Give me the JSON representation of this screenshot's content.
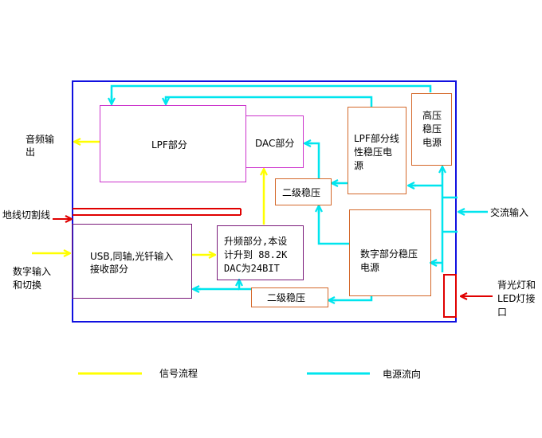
{
  "blocks": {
    "lpf": "LPF部分",
    "dac": "DAC部分",
    "lpf_psu": "LPF部分线\n性稳压电\n源",
    "hv_psu": "高压\n稳压\n电源",
    "stage2_upper": "二级稳压",
    "usb_rx": "USB,同轴,光钎输入\n接收部分",
    "upsample": "升频部分,本设\n计升到 88.2K\nDAC为24BIT",
    "digital_psu": "数字部分稳压\n电源",
    "stage2_lower": "二级稳压"
  },
  "external": {
    "audio_out": "音频输\n出",
    "ground_cut": "地线切割线",
    "digital_in": "数字输入\n和切换",
    "ac_in": "交流输入",
    "backlight": "背光灯和\nLED灯接\n口"
  },
  "legend": {
    "signal": "信号流程",
    "power": "电源流向"
  },
  "colors": {
    "enclosure": "#1010e0",
    "signal": "#ffff00",
    "power": "#00e5ee",
    "ground": "#e00000",
    "lpf_box": "#cc33cc",
    "upsample_box": "#7a1a7a",
    "psu_box": "#d4682a"
  }
}
